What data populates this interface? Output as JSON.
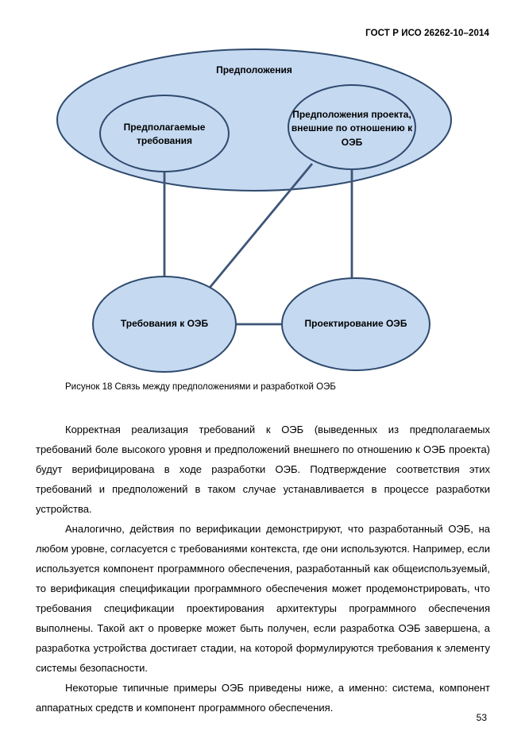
{
  "header": {
    "title": "ГОСТ Р ИСО 26262-10–2014"
  },
  "diagram": {
    "outer_label": "Предположения",
    "nodes": {
      "assumed_requirements": "Предполагаемые требования",
      "project_assumptions": "Предположения проекта, внешние по отношению к ОЭБ",
      "seooc_requirements": "Требования к ОЭБ",
      "seooc_design": "Проектирование ОЭБ"
    },
    "colors": {
      "fill": "#c5d9f1",
      "stroke": "#2f4a6e",
      "line": "#3d5577"
    }
  },
  "caption": "Рисунок 18 Связь между предположениями и разработкой ОЭБ",
  "body": {
    "paragraphs": [
      "Корректная реализация требований к ОЭБ (выведенных из предполагаемых требований боле высокого уровня и предположений внешнего по отношению к ОЭБ проекта) будут верифицирована в ходе разработки ОЭБ. Подтверждение соответствия этих требований и предположений в таком случае устанавливается в процессе разработки устройства.",
      "Аналогично, действия по верификации демонстрируют, что разработанный ОЭБ, на любом уровне, согласуется с требованиями контекста, где они используются. Например, если используется компонент программного обеспечения, разработанный как общеиспользуемый, то верификация спецификации программного обеспечения может продемонстрировать, что требования спецификации проектирования архитектуры программного обеспечения выполнены. Такой акт о проверке может быть получен, если разработка ОЭБ завершена, а разработка устройства достигает стадии, на которой формулируются требования к элементу системы безопасности.",
      "Некоторые типичные примеры ОЭБ приведены ниже, а именно: система, компонент аппаратных средств и компонент программного обеспечения."
    ]
  },
  "footer": {
    "page_number": "53"
  }
}
